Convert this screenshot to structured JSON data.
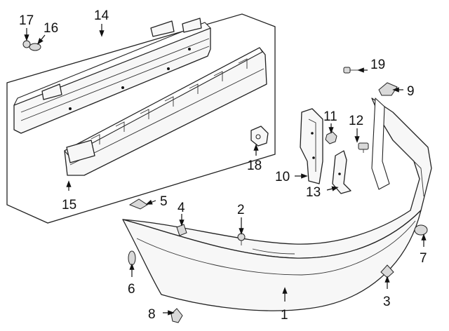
{
  "callouts": {
    "c1": "1",
    "c2": "2",
    "c3": "3",
    "c4": "4",
    "c5": "5",
    "c6": "6",
    "c7": "7",
    "c8": "8",
    "c9": "9",
    "c10": "10",
    "c11": "11",
    "c12": "12",
    "c13": "13",
    "c14": "14",
    "c15": "15",
    "c16": "16",
    "c17": "17",
    "c18": "18",
    "c19": "19"
  },
  "colors": {
    "line": "#222222",
    "fill": "#f7f7f7",
    "background": "#ffffff"
  }
}
